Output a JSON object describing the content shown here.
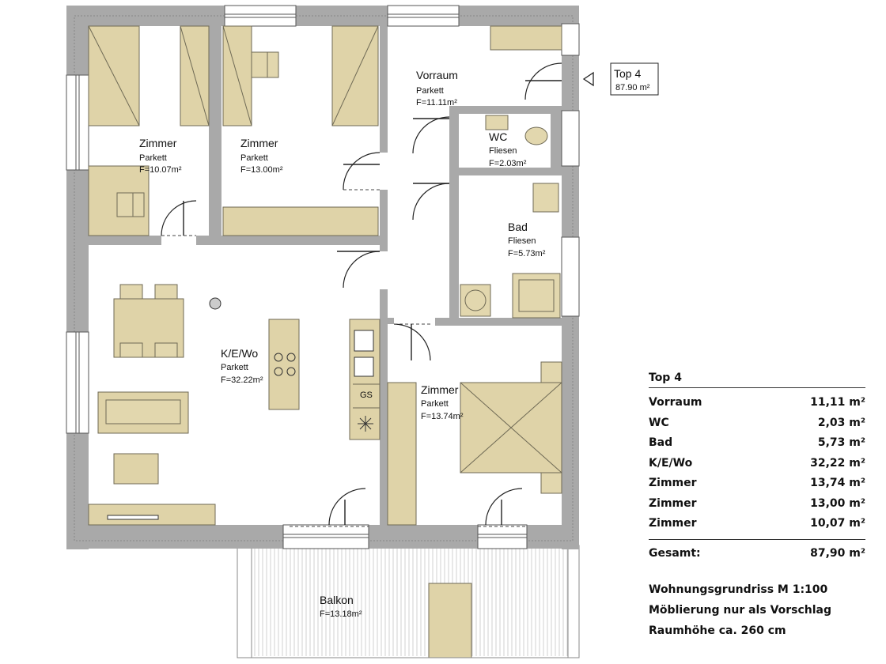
{
  "title": "Top 4",
  "entrance_tag": {
    "name": "Top 4",
    "area": "87.90 m²"
  },
  "rooms": [
    {
      "key": "zimmer_nw",
      "name": "Zimmer",
      "floor": "Parkett",
      "area": "F=10.07m²"
    },
    {
      "key": "zimmer_n",
      "name": "Zimmer",
      "floor": "Parkett",
      "area": "F=13.00m²"
    },
    {
      "key": "vorraum",
      "name": "Vorraum",
      "floor": "Parkett",
      "area": "F=11.11m²"
    },
    {
      "key": "wc",
      "name": "WC",
      "floor": "Fliesen",
      "area": "F=2.03m²"
    },
    {
      "key": "bad",
      "name": "Bad",
      "floor": "Fliesen",
      "area": "F=5.73m²"
    },
    {
      "key": "kewo",
      "name": "K/E/Wo",
      "floor": "Parkett",
      "area": "F=32.22m²"
    },
    {
      "key": "zimmer_se",
      "name": "Zimmer",
      "floor": "Parkett",
      "area": "F=13.74m²"
    },
    {
      "key": "balkon",
      "name": "Balkon",
      "floor": "",
      "area": "F=13.18m²"
    }
  ],
  "gs_label": "GS",
  "legend": {
    "title": "Top 4",
    "rows": [
      {
        "name": "Vorraum",
        "value": "11,11 m²"
      },
      {
        "name": "WC",
        "value": "2,03 m²"
      },
      {
        "name": "Bad",
        "value": "5,73 m²"
      },
      {
        "name": "K/E/Wo",
        "value": "32,22 m²"
      },
      {
        "name": "Zimmer",
        "value": "13,74 m²"
      },
      {
        "name": "Zimmer",
        "value": "13,00 m²"
      },
      {
        "name": "Zimmer",
        "value": "10,07 m²"
      }
    ],
    "total_label": "Gesamt:",
    "total_value": "87,90 m²",
    "notes": [
      "Wohnungsgrundriss M 1:100",
      "Möblierung nur als Vorschlag",
      "Raumhöhe ca. 260 cm"
    ]
  },
  "colors": {
    "furniture": "#dfd3a8",
    "wall": "#a9a9a9",
    "wall_inner": "#c8c8c8"
  }
}
